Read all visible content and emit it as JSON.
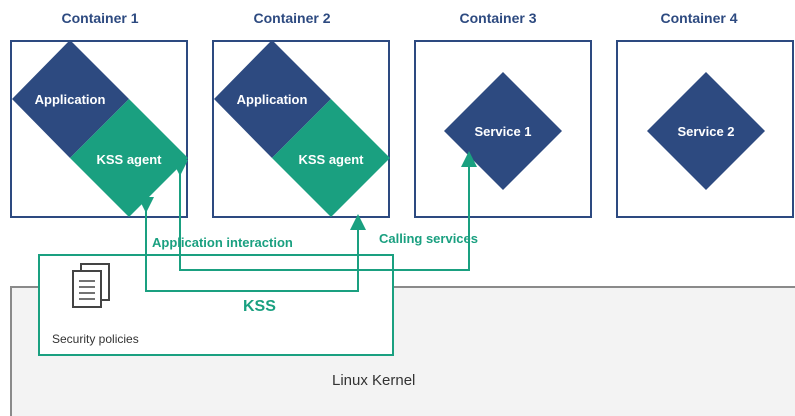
{
  "containers": [
    {
      "title": "Container 1"
    },
    {
      "title": "Container 2"
    },
    {
      "title": "Container 3"
    },
    {
      "title": "Container 4"
    }
  ],
  "nodes": {
    "app1": "Application",
    "agent1": "KSS agent",
    "app2": "Application",
    "agent2": "KSS agent",
    "service1": "Service 1",
    "service2": "Service 2"
  },
  "flows": {
    "app_interaction": "Application interaction",
    "calling_services": "Calling services"
  },
  "kss": {
    "label": "KSS",
    "policies": "Security policies"
  },
  "kernel": {
    "label": "Linux Kernel"
  },
  "colors": {
    "navy": "#2d4a80",
    "green": "#1aa080",
    "kernel_border": "#8a8a8a",
    "kernel_fill": "#f3f3f3"
  }
}
